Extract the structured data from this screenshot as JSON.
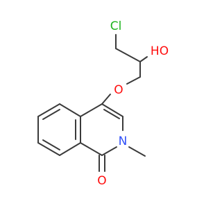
{
  "molecule": {
    "labels": {
      "cl": "Cl",
      "oh": "HO",
      "ether_o": "O",
      "n": "N",
      "carbonyl_o": "O"
    },
    "colors": {
      "bond": "#3a3a3a",
      "chlorine": "#1fb41f",
      "oxygen": "#ff0d0d",
      "nitrogen": "#3050f8"
    }
  }
}
